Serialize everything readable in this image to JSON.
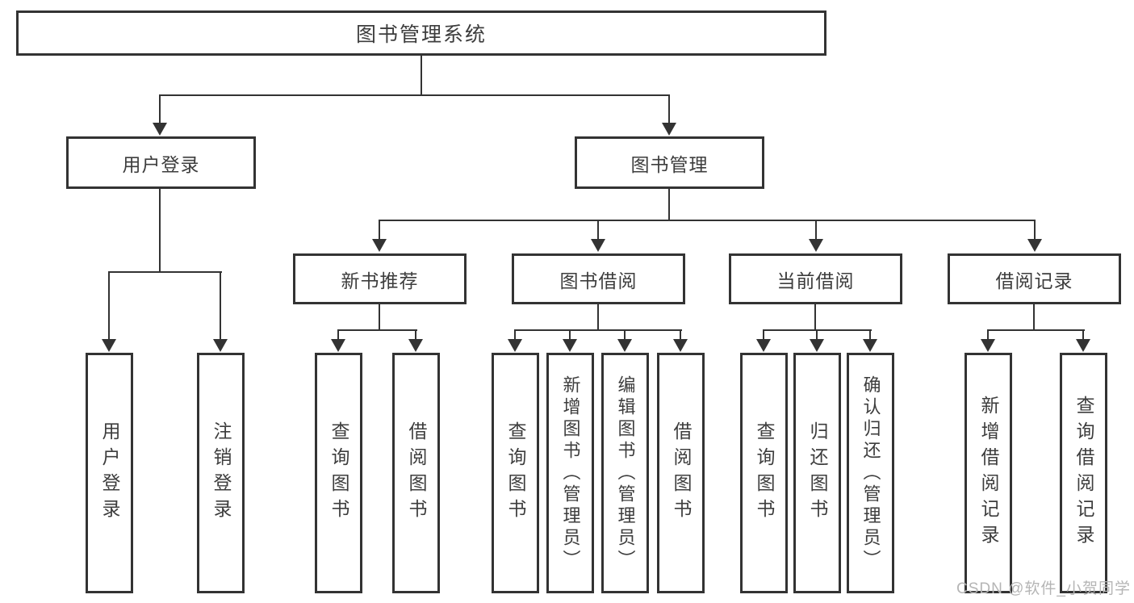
{
  "diagram": {
    "root": {
      "label": "图书管理系统"
    },
    "level1": [
      {
        "label": "用户登录"
      },
      {
        "label": "图书管理"
      }
    ],
    "level2": [
      {
        "label": "新书推荐"
      },
      {
        "label": "图书借阅"
      },
      {
        "label": "当前借阅"
      },
      {
        "label": "借阅记录"
      }
    ],
    "leaves": [
      {
        "group": "用户登录",
        "label": "用户登录"
      },
      {
        "group": "用户登录",
        "label": "注销登录"
      },
      {
        "group": "新书推荐",
        "label": "查询图书"
      },
      {
        "group": "新书推荐",
        "label": "借阅图书"
      },
      {
        "group": "图书借阅",
        "label": "查询图书"
      },
      {
        "group": "图书借阅",
        "label": "新增图书（管理员）"
      },
      {
        "group": "图书借阅",
        "label": "编辑图书（管理员）"
      },
      {
        "group": "图书借阅",
        "label": "借阅图书"
      },
      {
        "group": "当前借阅",
        "label": "查询图书"
      },
      {
        "group": "当前借阅",
        "label": "归还图书"
      },
      {
        "group": "当前借阅",
        "label": "确认归还（管理员）"
      },
      {
        "group": "借阅记录",
        "label": "新增借阅记录"
      },
      {
        "group": "借阅记录",
        "label": "查询借阅记录"
      }
    ],
    "watermark": "CSDN @软件_小贺同学",
    "colors": {
      "line": "#333333",
      "text": "#3d3d3d",
      "background": "#ffffff",
      "watermark": "#b5b5b5"
    }
  }
}
